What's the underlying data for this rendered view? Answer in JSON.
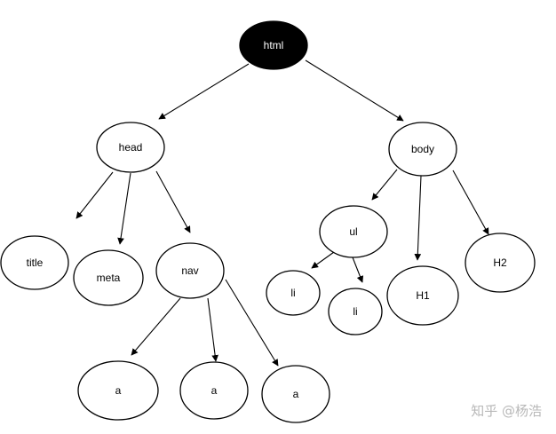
{
  "diagram": {
    "type": "tree",
    "root_color": "#000000",
    "nodes": [
      {
        "id": "html",
        "label": "html",
        "parent": null
      },
      {
        "id": "head",
        "label": "head",
        "parent": "html"
      },
      {
        "id": "body",
        "label": "body",
        "parent": "html"
      },
      {
        "id": "title",
        "label": "title",
        "parent": "head"
      },
      {
        "id": "meta",
        "label": "meta",
        "parent": "head"
      },
      {
        "id": "nav",
        "label": "nav",
        "parent": "head"
      },
      {
        "id": "ul",
        "label": "ul",
        "parent": "body"
      },
      {
        "id": "h1",
        "label": "H1",
        "parent": "body"
      },
      {
        "id": "h2",
        "label": "H2",
        "parent": "body"
      },
      {
        "id": "li1",
        "label": "li",
        "parent": "ul"
      },
      {
        "id": "li2",
        "label": "li",
        "parent": "ul"
      },
      {
        "id": "a1",
        "label": "a",
        "parent": "nav"
      },
      {
        "id": "a2",
        "label": "a",
        "parent": "nav"
      },
      {
        "id": "a3",
        "label": "a",
        "parent": "nav"
      }
    ]
  },
  "watermark": {
    "text": "知乎 @杨浩"
  }
}
